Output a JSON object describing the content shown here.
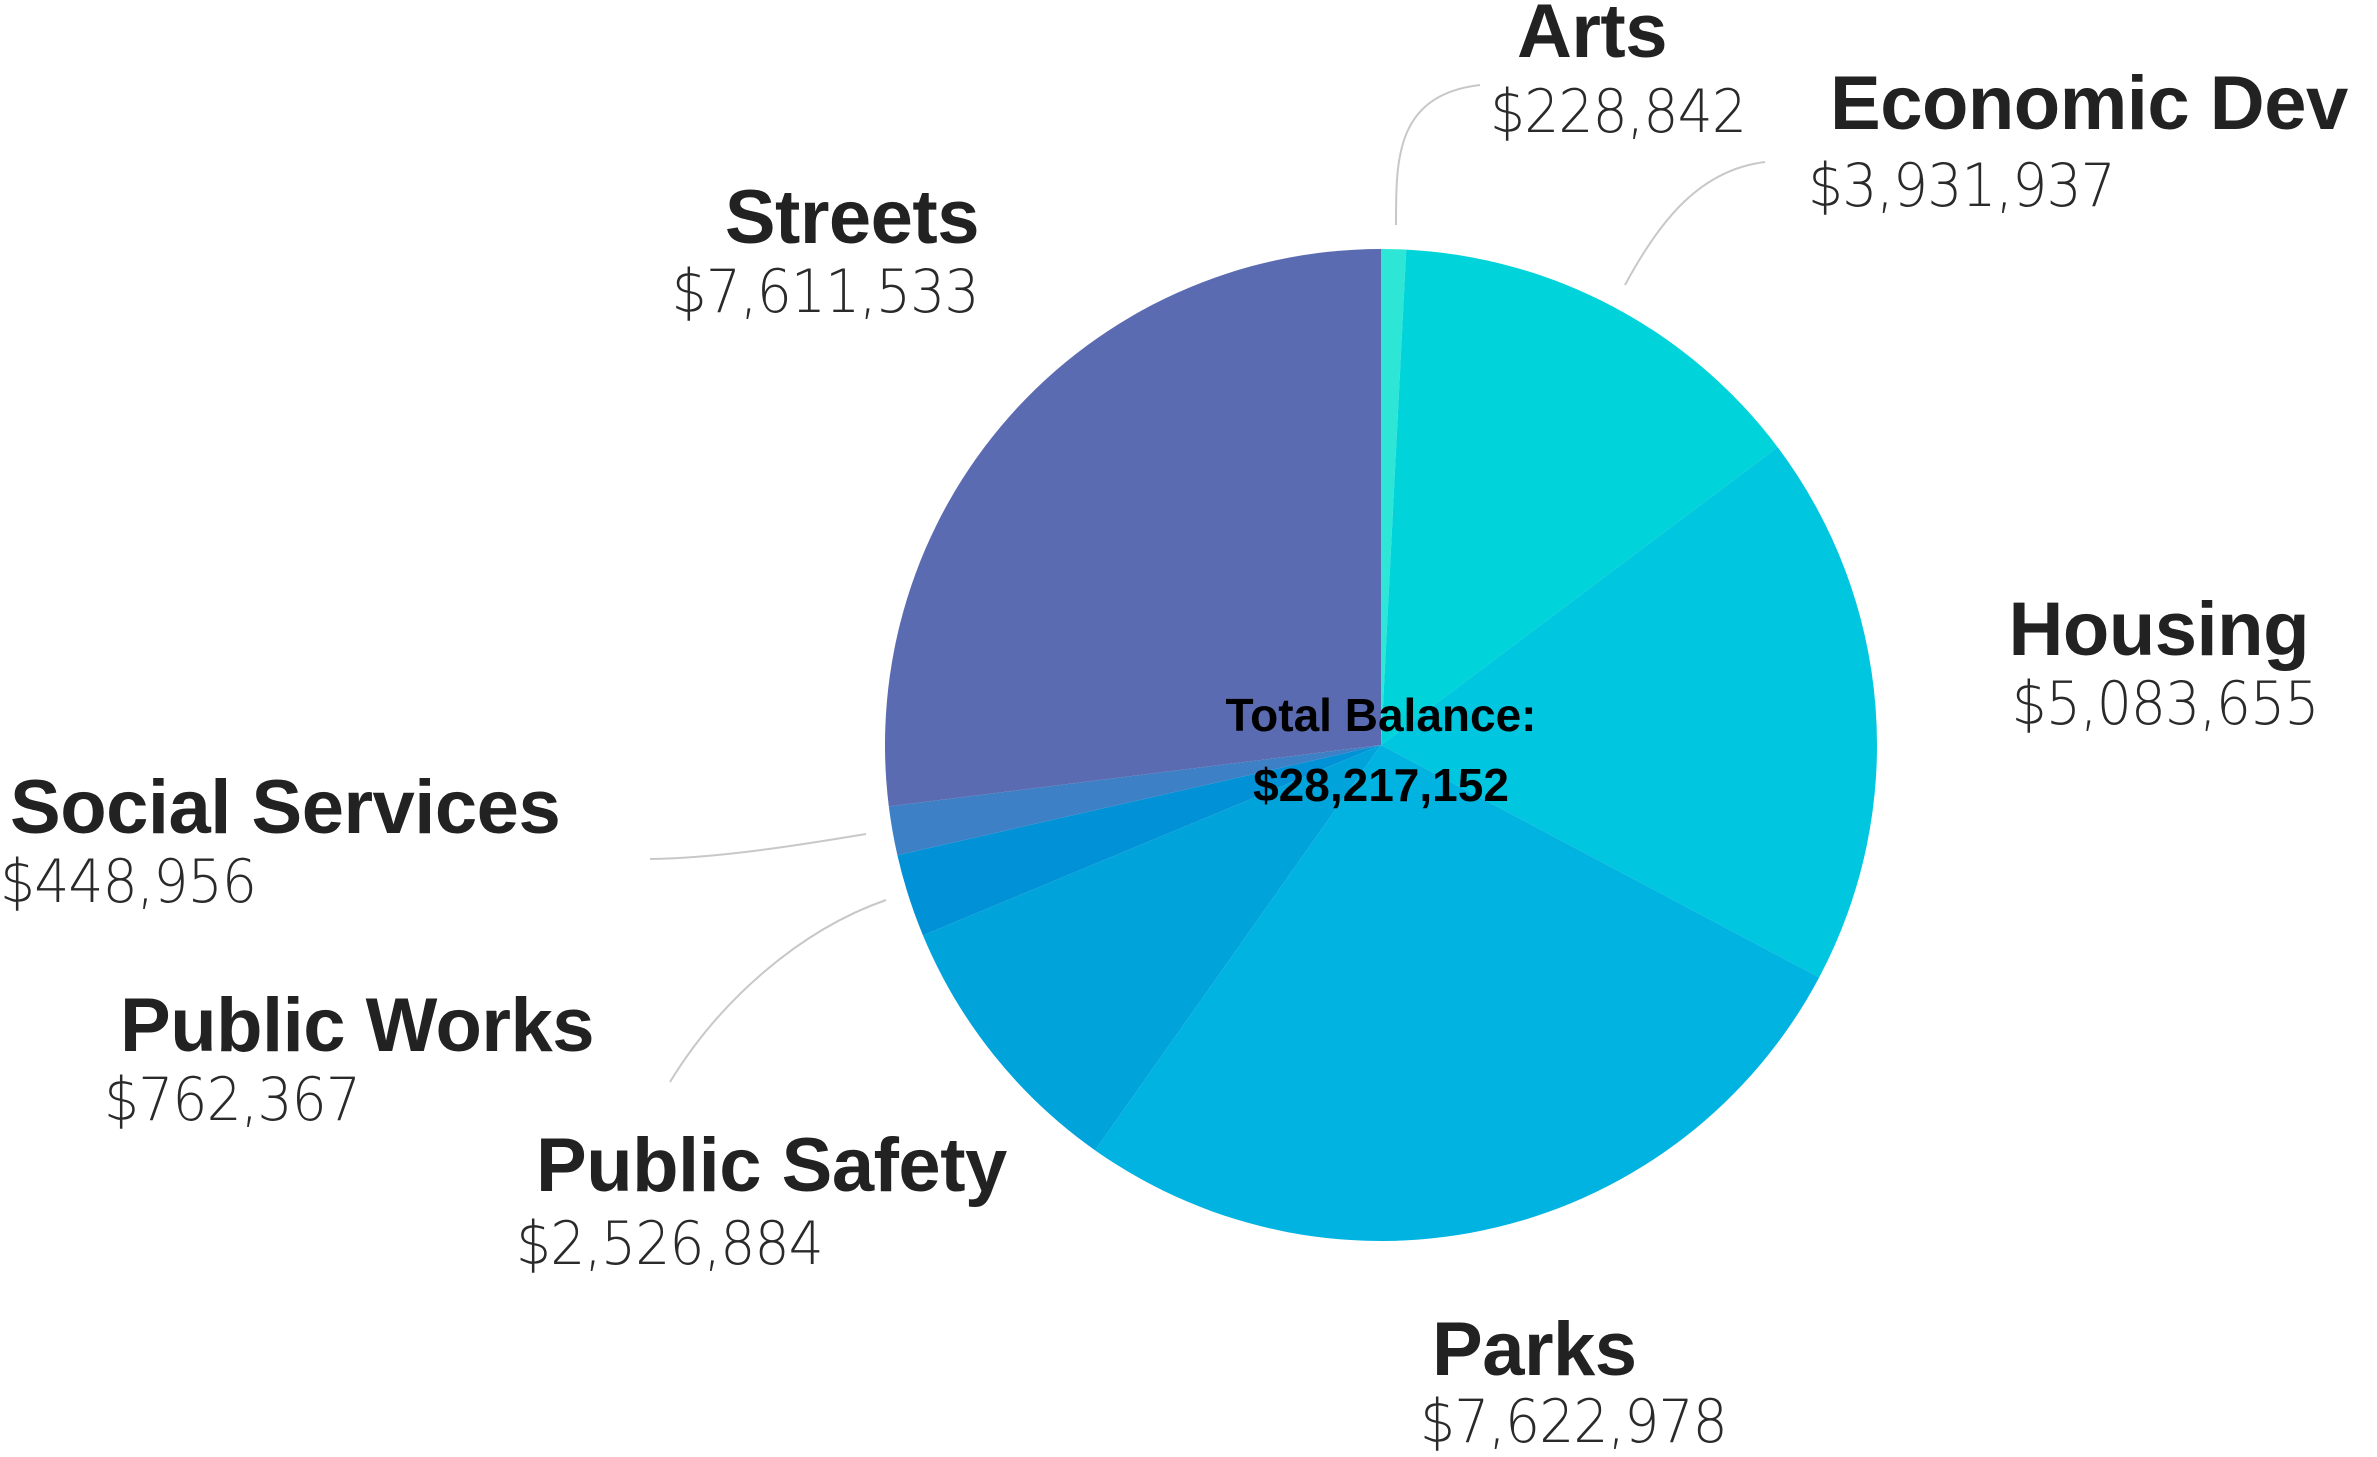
{
  "chart_data": {
    "type": "pie",
    "title": "",
    "center_label": "Total Balance:",
    "total": "$28,217,152",
    "start_angle": "12 o'clock, clockwise",
    "categories": [
      "Arts",
      "Economic Dev",
      "Housing",
      "Parks",
      "Public Safety",
      "Public Works",
      "Social Services",
      "Streets"
    ],
    "values": [
      228842,
      3931937,
      5083655,
      7622978,
      2526884,
      762367,
      448956,
      7611533
    ],
    "display_values": [
      "$228,842",
      "$3,931,937",
      "$5,083,655",
      "$7,622,978",
      "$2,526,884",
      "$762,367",
      "$448,956",
      "$7,611,533"
    ],
    "colors": [
      "#2EE6D6",
      "#00D4DA",
      "#00C6E0",
      "#00B3E0",
      "#00A4DB",
      "#0091D6",
      "#3E80C6",
      "#5B6BB1"
    ],
    "legend": "none (direct labels)"
  },
  "labels": {
    "arts": {
      "name": "Arts",
      "value": "$228,842"
    },
    "economic_dev": {
      "name": "Economic Dev",
      "value": "$3,931,937"
    },
    "housing": {
      "name": "Housing",
      "value": "$5,083,655"
    },
    "parks": {
      "name": "Parks",
      "value": "$7,622,978"
    },
    "public_safety": {
      "name": "Public Safety",
      "value": "$2,526,884"
    },
    "public_works": {
      "name": "Public Works",
      "value": "$762,367"
    },
    "social_services": {
      "name": "Social Services",
      "value": "$448,956"
    },
    "streets": {
      "name": "Streets",
      "value": "$7,611,533"
    }
  },
  "center": {
    "title": "Total Balance:",
    "amount": "$28,217,152"
  }
}
